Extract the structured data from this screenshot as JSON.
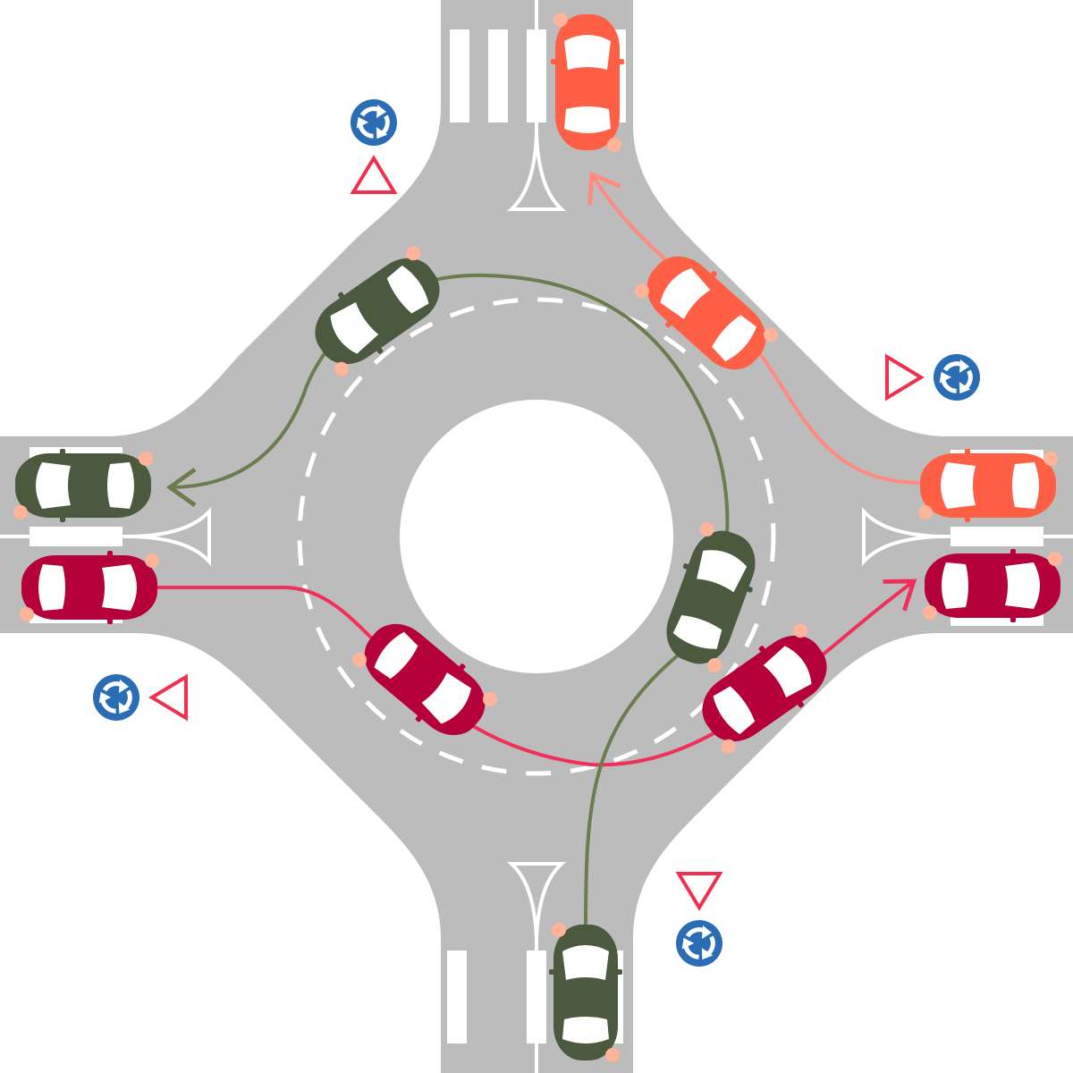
{
  "colors": {
    "road": "#bcbcbc",
    "marking": "#ffffff",
    "car_orange": "#ff5f45",
    "car_crimson": "#b5003a",
    "car_green": "#4b5a3e",
    "light": "#ffb49a",
    "path_orange": "#ff8a80",
    "path_crimson": "#f0305a",
    "path_green": "#6b7d4c",
    "sign_blue": "#2a6db5",
    "sign_red": "#f0304f"
  },
  "signs": [
    {
      "icon": "roundabout-sign-icon",
      "yield": "yield-sign-icon",
      "arm": "north"
    },
    {
      "icon": "roundabout-sign-icon",
      "yield": "yield-sign-icon",
      "arm": "east"
    },
    {
      "icon": "roundabout-sign-icon",
      "yield": "yield-sign-icon",
      "arm": "south"
    },
    {
      "icon": "roundabout-sign-icon",
      "yield": "yield-sign-icon",
      "arm": "west"
    }
  ]
}
